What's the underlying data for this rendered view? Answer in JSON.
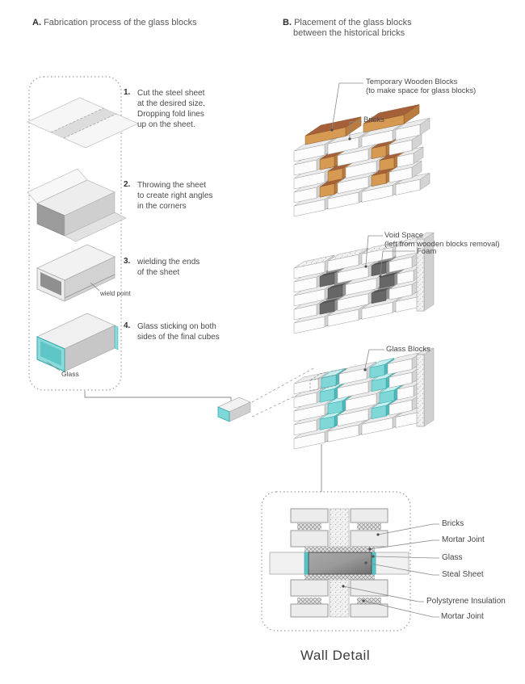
{
  "panel_a": {
    "title_prefix": "A.",
    "title": "Fabrication process of the glass blocks",
    "steps": [
      {
        "num": "1.",
        "lines": [
          "Cut the steel sheet",
          "at the desired size.",
          "Dropping fold lines",
          "up on the sheet."
        ]
      },
      {
        "num": "2.",
        "lines": [
          "Throwing the sheet",
          "to create right angles",
          "in the corners"
        ]
      },
      {
        "num": "3.",
        "lines": [
          "wielding the ends",
          "of the sheet"
        ]
      },
      {
        "num": "4.",
        "lines": [
          "Glass sticking on both",
          "sides of the final cubes"
        ]
      }
    ],
    "annotations": {
      "wield_point": "wield point",
      "glass": "Glass"
    }
  },
  "panel_b": {
    "title_prefix": "B.",
    "title_line1": "Placement of the glass blocks",
    "title_line2": "between the historical bricks",
    "labels": {
      "temp_wood_1": "Temporary Wooden Blocks",
      "temp_wood_2": "(to make space for glass blocks)",
      "bricks": "Bricks",
      "void_1": "Void Space",
      "void_2": "(left from wooden blocks removal)",
      "foam": "Foam",
      "glass_blocks": "Glass Blocks"
    }
  },
  "wall_detail": {
    "labels": [
      "Bricks",
      "Mortar Joint",
      "Glass",
      "Steal Sheet",
      "Polystyrene Insulation",
      "Mortar Joint"
    ],
    "caption": "Wall Detail"
  },
  "colors": {
    "glass_front": "#7fd7d8",
    "glass_top": "#c9eeee",
    "glass_side": "#4db9bb",
    "glass_stroke": "#2fa9ac",
    "wood_front": "#d79a52",
    "wood_top": "#a5603a",
    "wood_side": "#b97c3e",
    "brick_front": "#fcfcfc",
    "brick_top": "#ebebeb",
    "brick_side": "#d4d4d4",
    "text": "#4a4a4c"
  }
}
